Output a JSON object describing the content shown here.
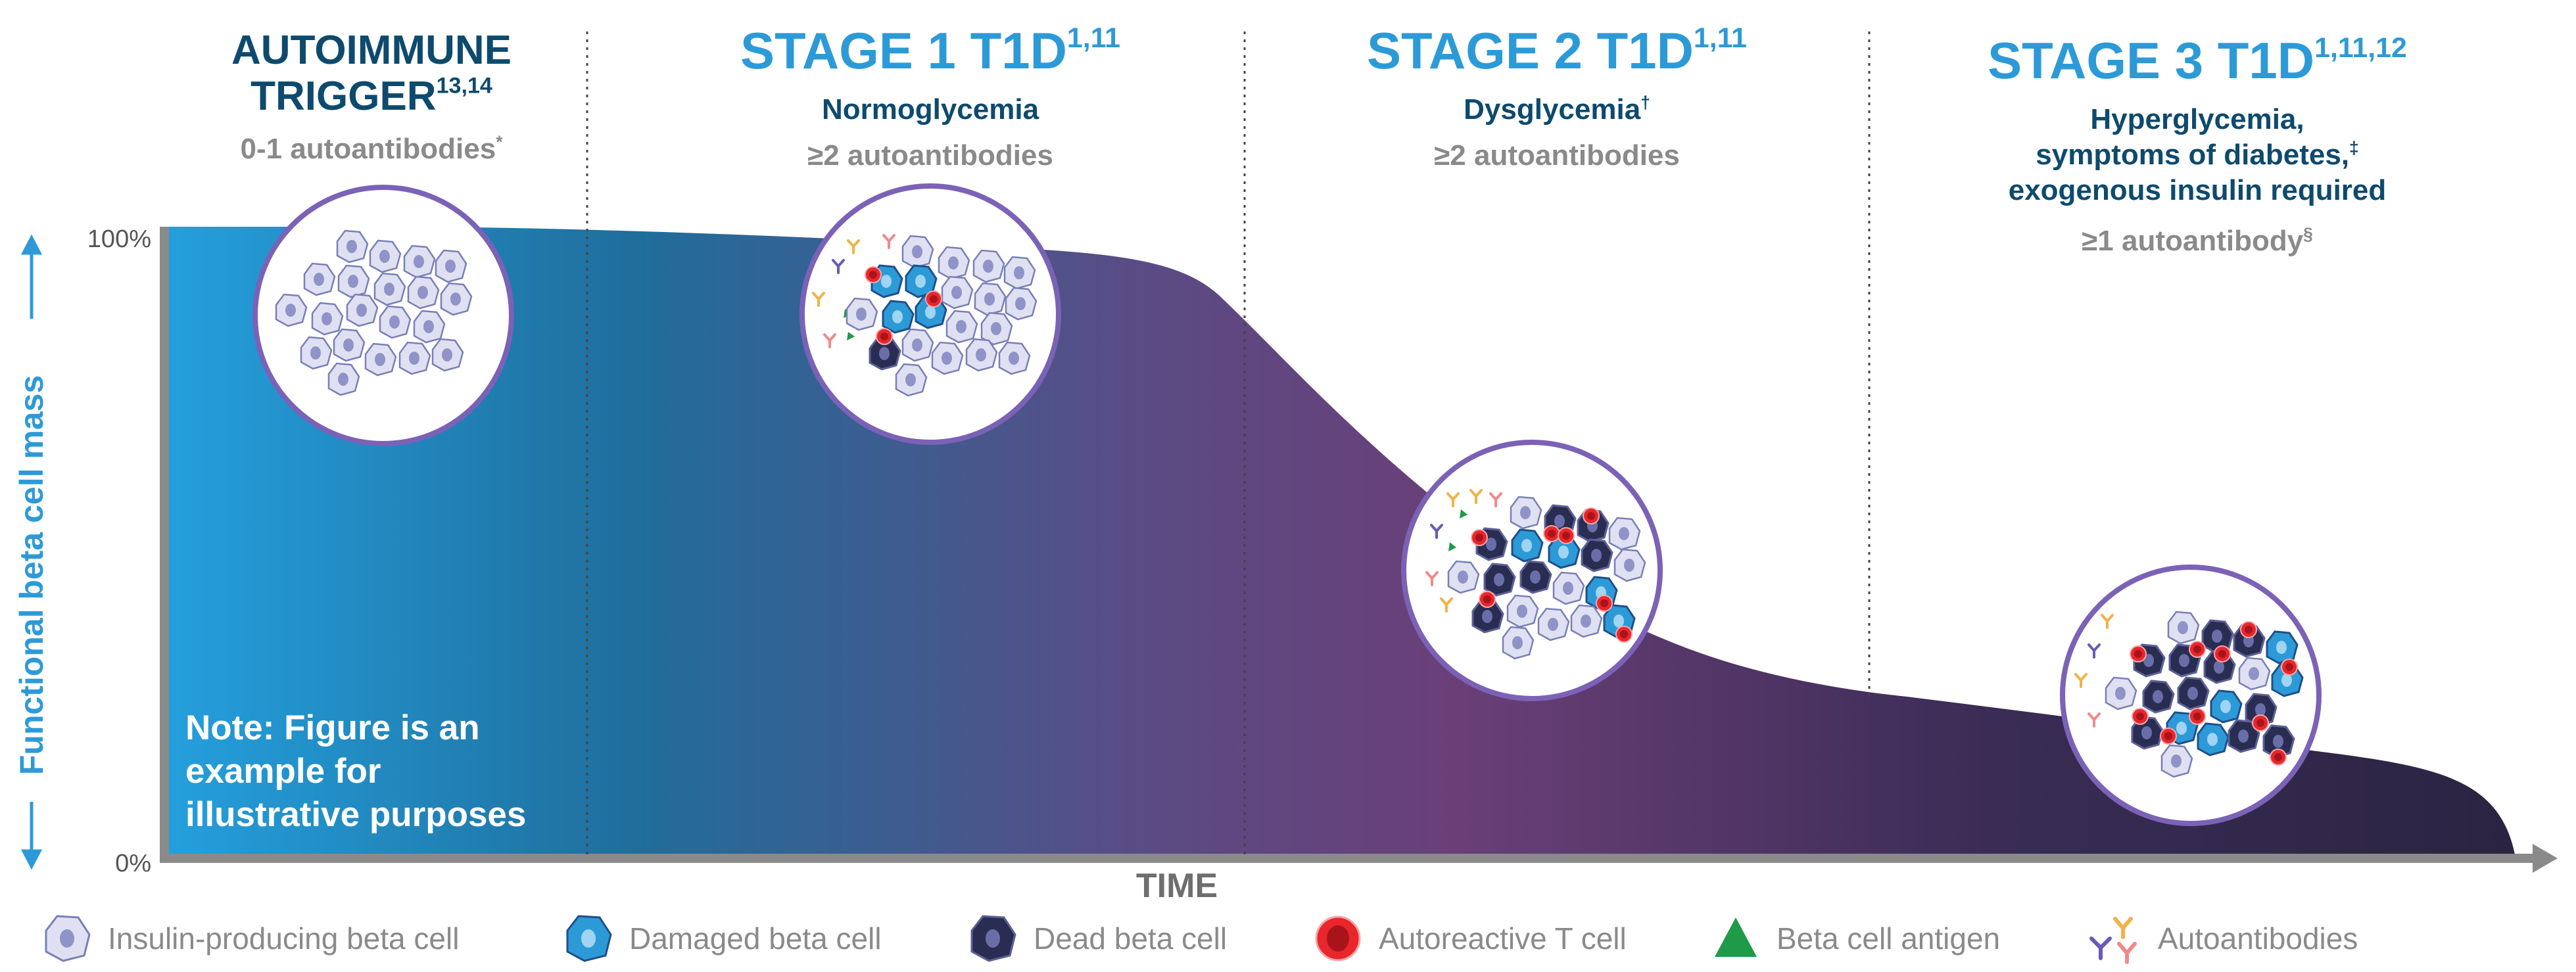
{
  "stages": [
    {
      "id": "trigger",
      "title_lines": [
        "AUTOIMMUNE",
        "TRIGGER"
      ],
      "title_sup": "13,14",
      "lines": [
        {
          "text": "0-1 autoantibodies",
          "sup": "*",
          "tone": "gray"
        }
      ]
    },
    {
      "id": "stage1",
      "title": "STAGE 1 T1D",
      "title_sup": "1,11",
      "lines": [
        {
          "text": "Normoglycemia",
          "sup": "",
          "tone": "dark"
        },
        {
          "text": "≥2 autoantibodies",
          "sup": "",
          "tone": "gray"
        }
      ]
    },
    {
      "id": "stage2",
      "title": "STAGE 2 T1D",
      "title_sup": "1,11",
      "lines": [
        {
          "text": "Dysglycemia",
          "sup": "†",
          "tone": "dark"
        },
        {
          "text": "≥2 autoantibodies",
          "sup": "",
          "tone": "gray"
        }
      ]
    },
    {
      "id": "stage3",
      "title": "STAGE 3 T1D",
      "title_sup": "1,11,12",
      "lines": [
        {
          "text": "Hyperglycemia,",
          "sup": "",
          "tone": "dark"
        },
        {
          "text": "symptoms of diabetes,",
          "sup": "‡",
          "tone": "dark"
        },
        {
          "text": "exogenous insulin required",
          "sup": "",
          "tone": "dark"
        },
        {
          "text": "≥1 autoantibody",
          "sup": "§",
          "tone": "gray"
        }
      ]
    }
  ],
  "note": "Note: Figure is an example for illustrative purposes",
  "axes": {
    "y_label": "Functional beta cell mass",
    "y_top": "100%",
    "y_bottom": "0%",
    "x_label": "TIME"
  },
  "legend": [
    {
      "icon": "healthy-beta-cell-icon",
      "label": "Insulin-producing beta cell"
    },
    {
      "icon": "damaged-beta-cell-icon",
      "label": "Damaged beta cell"
    },
    {
      "icon": "dead-beta-cell-icon",
      "label": "Dead beta cell"
    },
    {
      "icon": "t-cell-icon",
      "label": "Autoreactive T cell"
    },
    {
      "icon": "antigen-icon",
      "label": "Beta cell antigen"
    },
    {
      "icon": "autoantibody-icon",
      "label": "Autoantibodies"
    }
  ],
  "colors": {
    "healthy_cell_fill": "#dfe1f2",
    "healthy_cell_stroke": "#7a7fb8",
    "damaged_cell": "#2d9ad8",
    "dead_cell": "#2a2d52",
    "t_cell": "#e8262b",
    "antigen": "#1e9a48",
    "gradient_start": "#24a0de",
    "gradient_mid": "#6a3f78",
    "gradient_end": "#2a2442",
    "circle_border": "#7b62b6",
    "axis": "#8a8a8a",
    "title_blue": "#2d9ad8",
    "title_dark": "#0d4a6e"
  }
}
